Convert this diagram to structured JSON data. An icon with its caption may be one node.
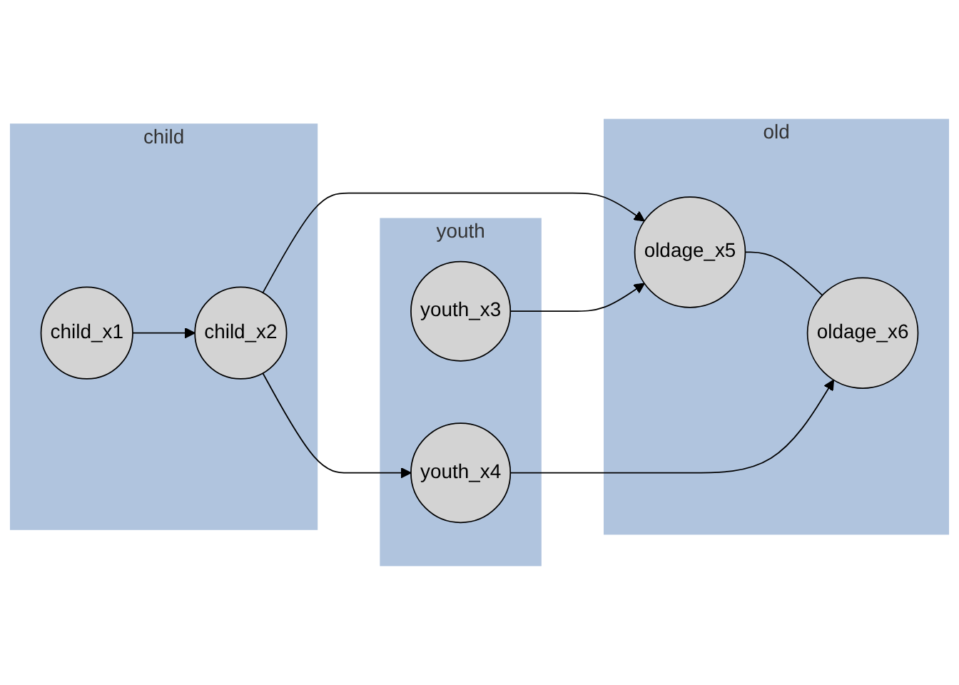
{
  "diagram": {
    "nodes": [
      {
        "text": [
          "child"
        ]
      },
      {
        "text": [
          "child_x1"
        ],
        "in": 0
      },
      {
        "text": [
          "child_x2"
        ],
        "in": 0
      },
      {
        "text": [
          "youth"
        ]
      },
      {
        "text": [
          "youth_x3"
        ],
        "in": 3
      },
      {
        "text": [
          "youth_x4"
        ],
        "in": 3
      },
      {
        "text": [
          "old"
        ]
      },
      {
        "text": [
          "oldage_x5"
        ],
        "in": 6
      },
      {
        "text": [
          "oldage_x6"
        ],
        "in": 6
      }
    ],
    "edges": [
      {
        "from": 1,
        "to": 2,
        "arrow": "to"
      },
      {
        "from": 2,
        "to": 7,
        "arrow": "to"
      },
      {
        "from": 2,
        "to": 5,
        "arrow": "to"
      },
      {
        "from": 4,
        "to": 7,
        "arrow": "to"
      },
      {
        "from": 5,
        "to": 8,
        "arrow": "to"
      },
      {
        "from": 7,
        "to": 8,
        "arrow": "none"
      }
    ]
  }
}
